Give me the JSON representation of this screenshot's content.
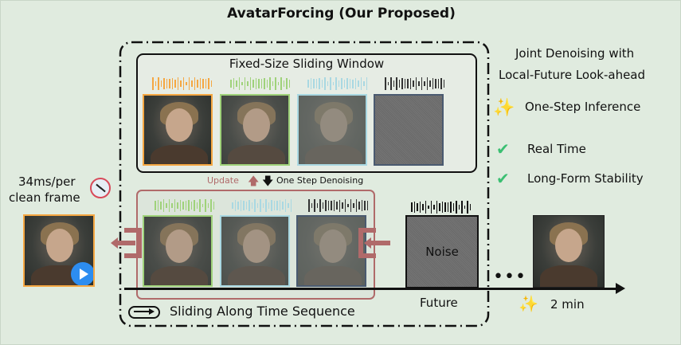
{
  "title": "AvatarForcing (Our Proposed)",
  "window": {
    "title": "Fixed-Size Sliding Window"
  },
  "update_label": "Update",
  "denoise_label": "One Step Denoising",
  "noise_label": "Noise",
  "future_label": "Future",
  "sliding_label": "Sliding Along Time Sequence",
  "latency": {
    "line1": "34ms/per",
    "line2": "clean frame"
  },
  "features": {
    "heading1": "Joint Denoising with",
    "heading2": "Local-Future Look-ahead",
    "items": [
      "One-Step Inference",
      "Real Time",
      "Long-Form Stability"
    ]
  },
  "duration_label": "2 min",
  "colors": {
    "background": "#e0ebdf",
    "orange": "#f5a742",
    "green": "#9fd27a",
    "lightblue": "#a9d8e2",
    "darkblue": "#4a5a70",
    "red": "#b06a6a",
    "check": "#3bbf72",
    "play": "#2d8df0"
  }
}
